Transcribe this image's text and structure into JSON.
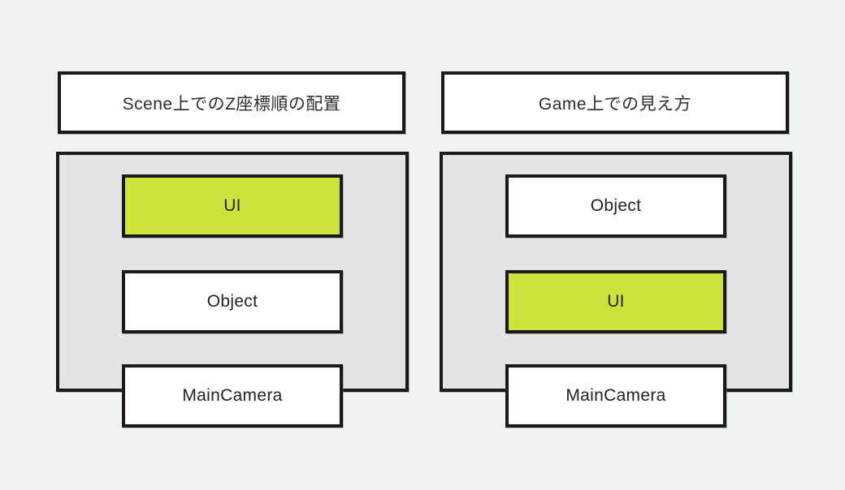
{
  "diagram": {
    "panels": [
      {
        "title": "Scene上でのZ座標順の配置",
        "boxes": [
          {
            "label": "UI",
            "highlight": true
          },
          {
            "label": "Object",
            "highlight": false
          },
          {
            "label": "MainCamera",
            "highlight": false
          }
        ]
      },
      {
        "title": "Game上での見え方",
        "boxes": [
          {
            "label": "Object",
            "highlight": false
          },
          {
            "label": "UI",
            "highlight": true
          },
          {
            "label": "MainCamera",
            "highlight": false
          }
        ]
      }
    ]
  },
  "colors": {
    "highlight-green": "#cce33e",
    "container-gray": "#e4e4e4",
    "page-bg": "#f1f2f2",
    "border-black": "#1a1a1a",
    "text": "#2d2d2d"
  }
}
